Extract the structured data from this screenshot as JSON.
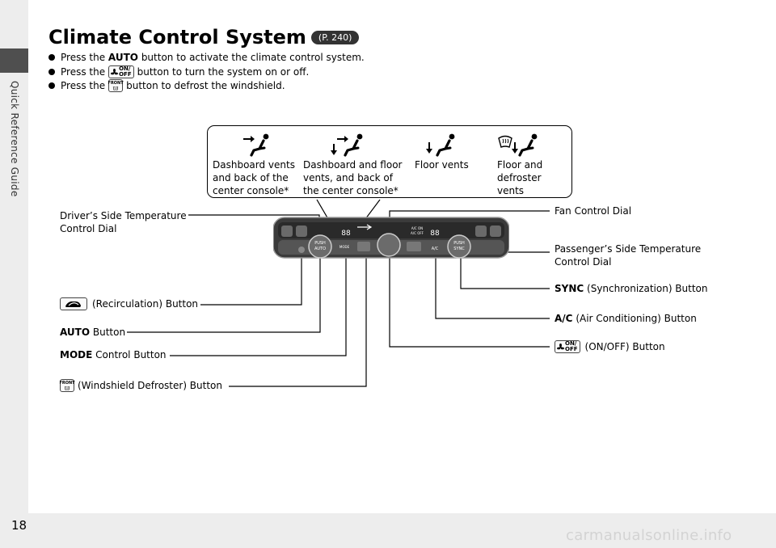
{
  "side_label": "Quick Reference Guide",
  "page_number": "18",
  "title": "Climate Control System",
  "page_ref": "P. 240",
  "bullets": {
    "b1_pre": "Press the",
    "b1_bold": "AUTO",
    "b1_post": "button to activate the climate control system.",
    "b2_pre": "Press the",
    "b2_post": "button to turn the system on or off.",
    "b3_pre": "Press the",
    "b3_post": "button to defrost the windshield."
  },
  "glyphs": {
    "on_off_top": "ON/",
    "on_off_bottom": "OFF",
    "front": "FRONT"
  },
  "vents": {
    "v1": [
      "Dashboard vents",
      "and back of the",
      "center console*"
    ],
    "v2": [
      "Dashboard and floor",
      "vents, and back of",
      "the center console*"
    ],
    "v3": [
      "Floor vents"
    ],
    "v4": [
      "Floor and",
      "defroster",
      "vents"
    ]
  },
  "callouts": {
    "driver_temp": [
      "Driver’s Side Temperature",
      "Control Dial"
    ],
    "recirc": "(Recirculation) Button",
    "auto_bold": "AUTO",
    "auto_rest": "Button",
    "mode_bold": "MODE",
    "mode_rest": "Control Button",
    "defrost": "(Windshield Defroster) Button",
    "fan": "Fan Control Dial",
    "pass_temp": [
      "Passenger’s Side Temperature",
      "Control Dial"
    ],
    "sync_bold": "SYNC",
    "sync_rest": "(Synchronization) Button",
    "ac_bold": "A/C",
    "ac_rest": "(Air Conditioning) Button",
    "onoff": "(ON/OFF) Button"
  },
  "panel": {
    "auto": "AUTO",
    "sync": "SYNC",
    "push": "PUSH",
    "mode": "MODE",
    "ac_on": "A/C ON",
    "ac_off": "A/C OFF",
    "ac": "A/C",
    "temp_left": "88",
    "temp_right": "88"
  },
  "watermark": "carmanualsonline.info",
  "colors": {
    "sidebar": "#ededed",
    "tab": "#4f4f4f",
    "panel": "#4a4a4a"
  }
}
